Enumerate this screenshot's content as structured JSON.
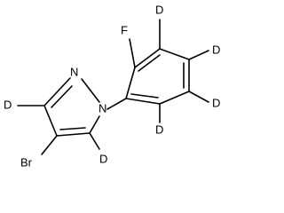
{
  "molecule": {
    "atom_labels": {
      "fluorine": "F",
      "nitrogen_2": "N",
      "nitrogen_1": "N",
      "bromine": "Br",
      "deuterium_pyrazole_c3": "D",
      "deuterium_pyrazole_c5": "D",
      "deuterium_phenyl_c3": "D",
      "deuterium_phenyl_c4": "D",
      "deuterium_phenyl_c5": "D",
      "deuterium_phenyl_c6": "D"
    }
  }
}
